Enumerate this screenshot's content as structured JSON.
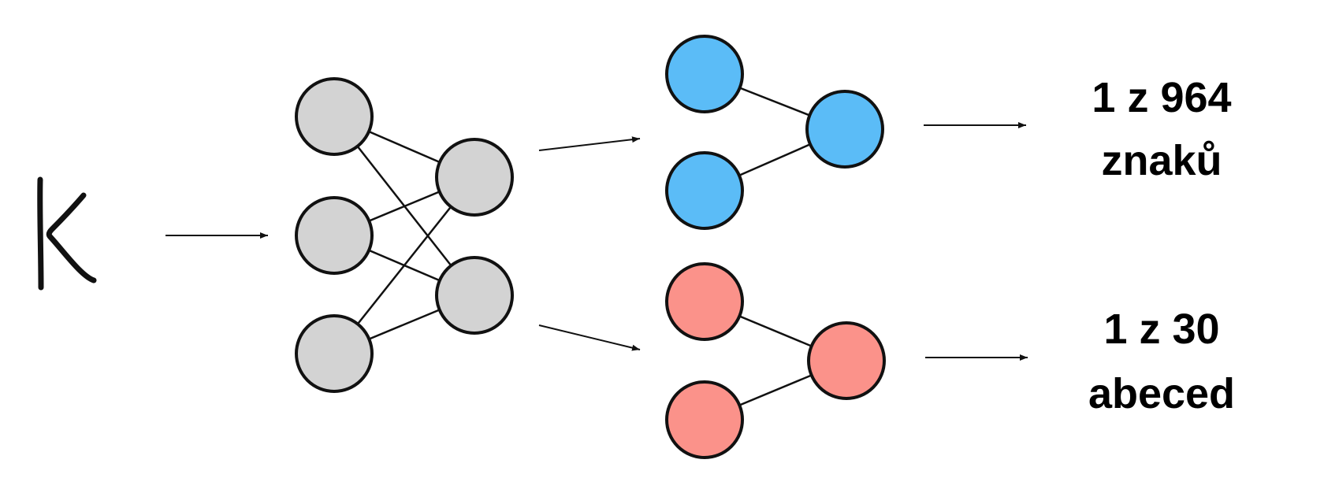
{
  "input": {
    "glyph_icon": "handwritten-k-glyph"
  },
  "outputs": {
    "characters": {
      "line1": "1 z 964",
      "line2": "znaků"
    },
    "alphabets": {
      "line1": "1 z 30",
      "line2": "abeced"
    }
  },
  "colors": {
    "shared_node": "#d3d3d3",
    "character_head_node": "#5bbcf7",
    "alphabet_head_node": "#fb928a",
    "stroke": "#111111",
    "background": "#ffffff"
  }
}
